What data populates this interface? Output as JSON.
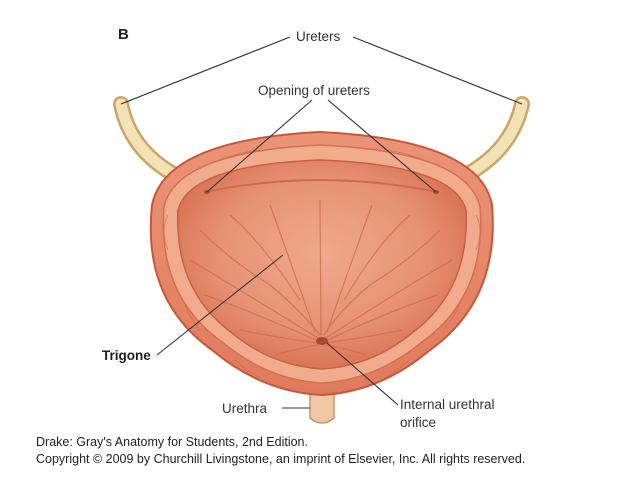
{
  "figure": {
    "panel_letter": "B",
    "labels": {
      "ureters": "Ureters",
      "opening_of_ureters": "Opening of ureters",
      "trigone": "Trigone",
      "urethra": "Urethra",
      "internal_urethral_orifice_line1": "Internal urethral",
      "internal_urethral_orifice_line2": "orifice"
    },
    "caption": {
      "line1": "Drake: Gray's Anatomy for Students, 2nd Edition.",
      "line2": "Copyright © 2009 by Churchill Livingstone, an imprint of Elsevier, Inc. All rights reserved."
    }
  },
  "colors": {
    "wall_outer": "#e98a6c",
    "wall_inner": "#f0a585",
    "lumen": "#e9967a",
    "lumen_shadow": "#d9714f",
    "ureter": "#f2dfb0",
    "leader_line": "#333333"
  }
}
